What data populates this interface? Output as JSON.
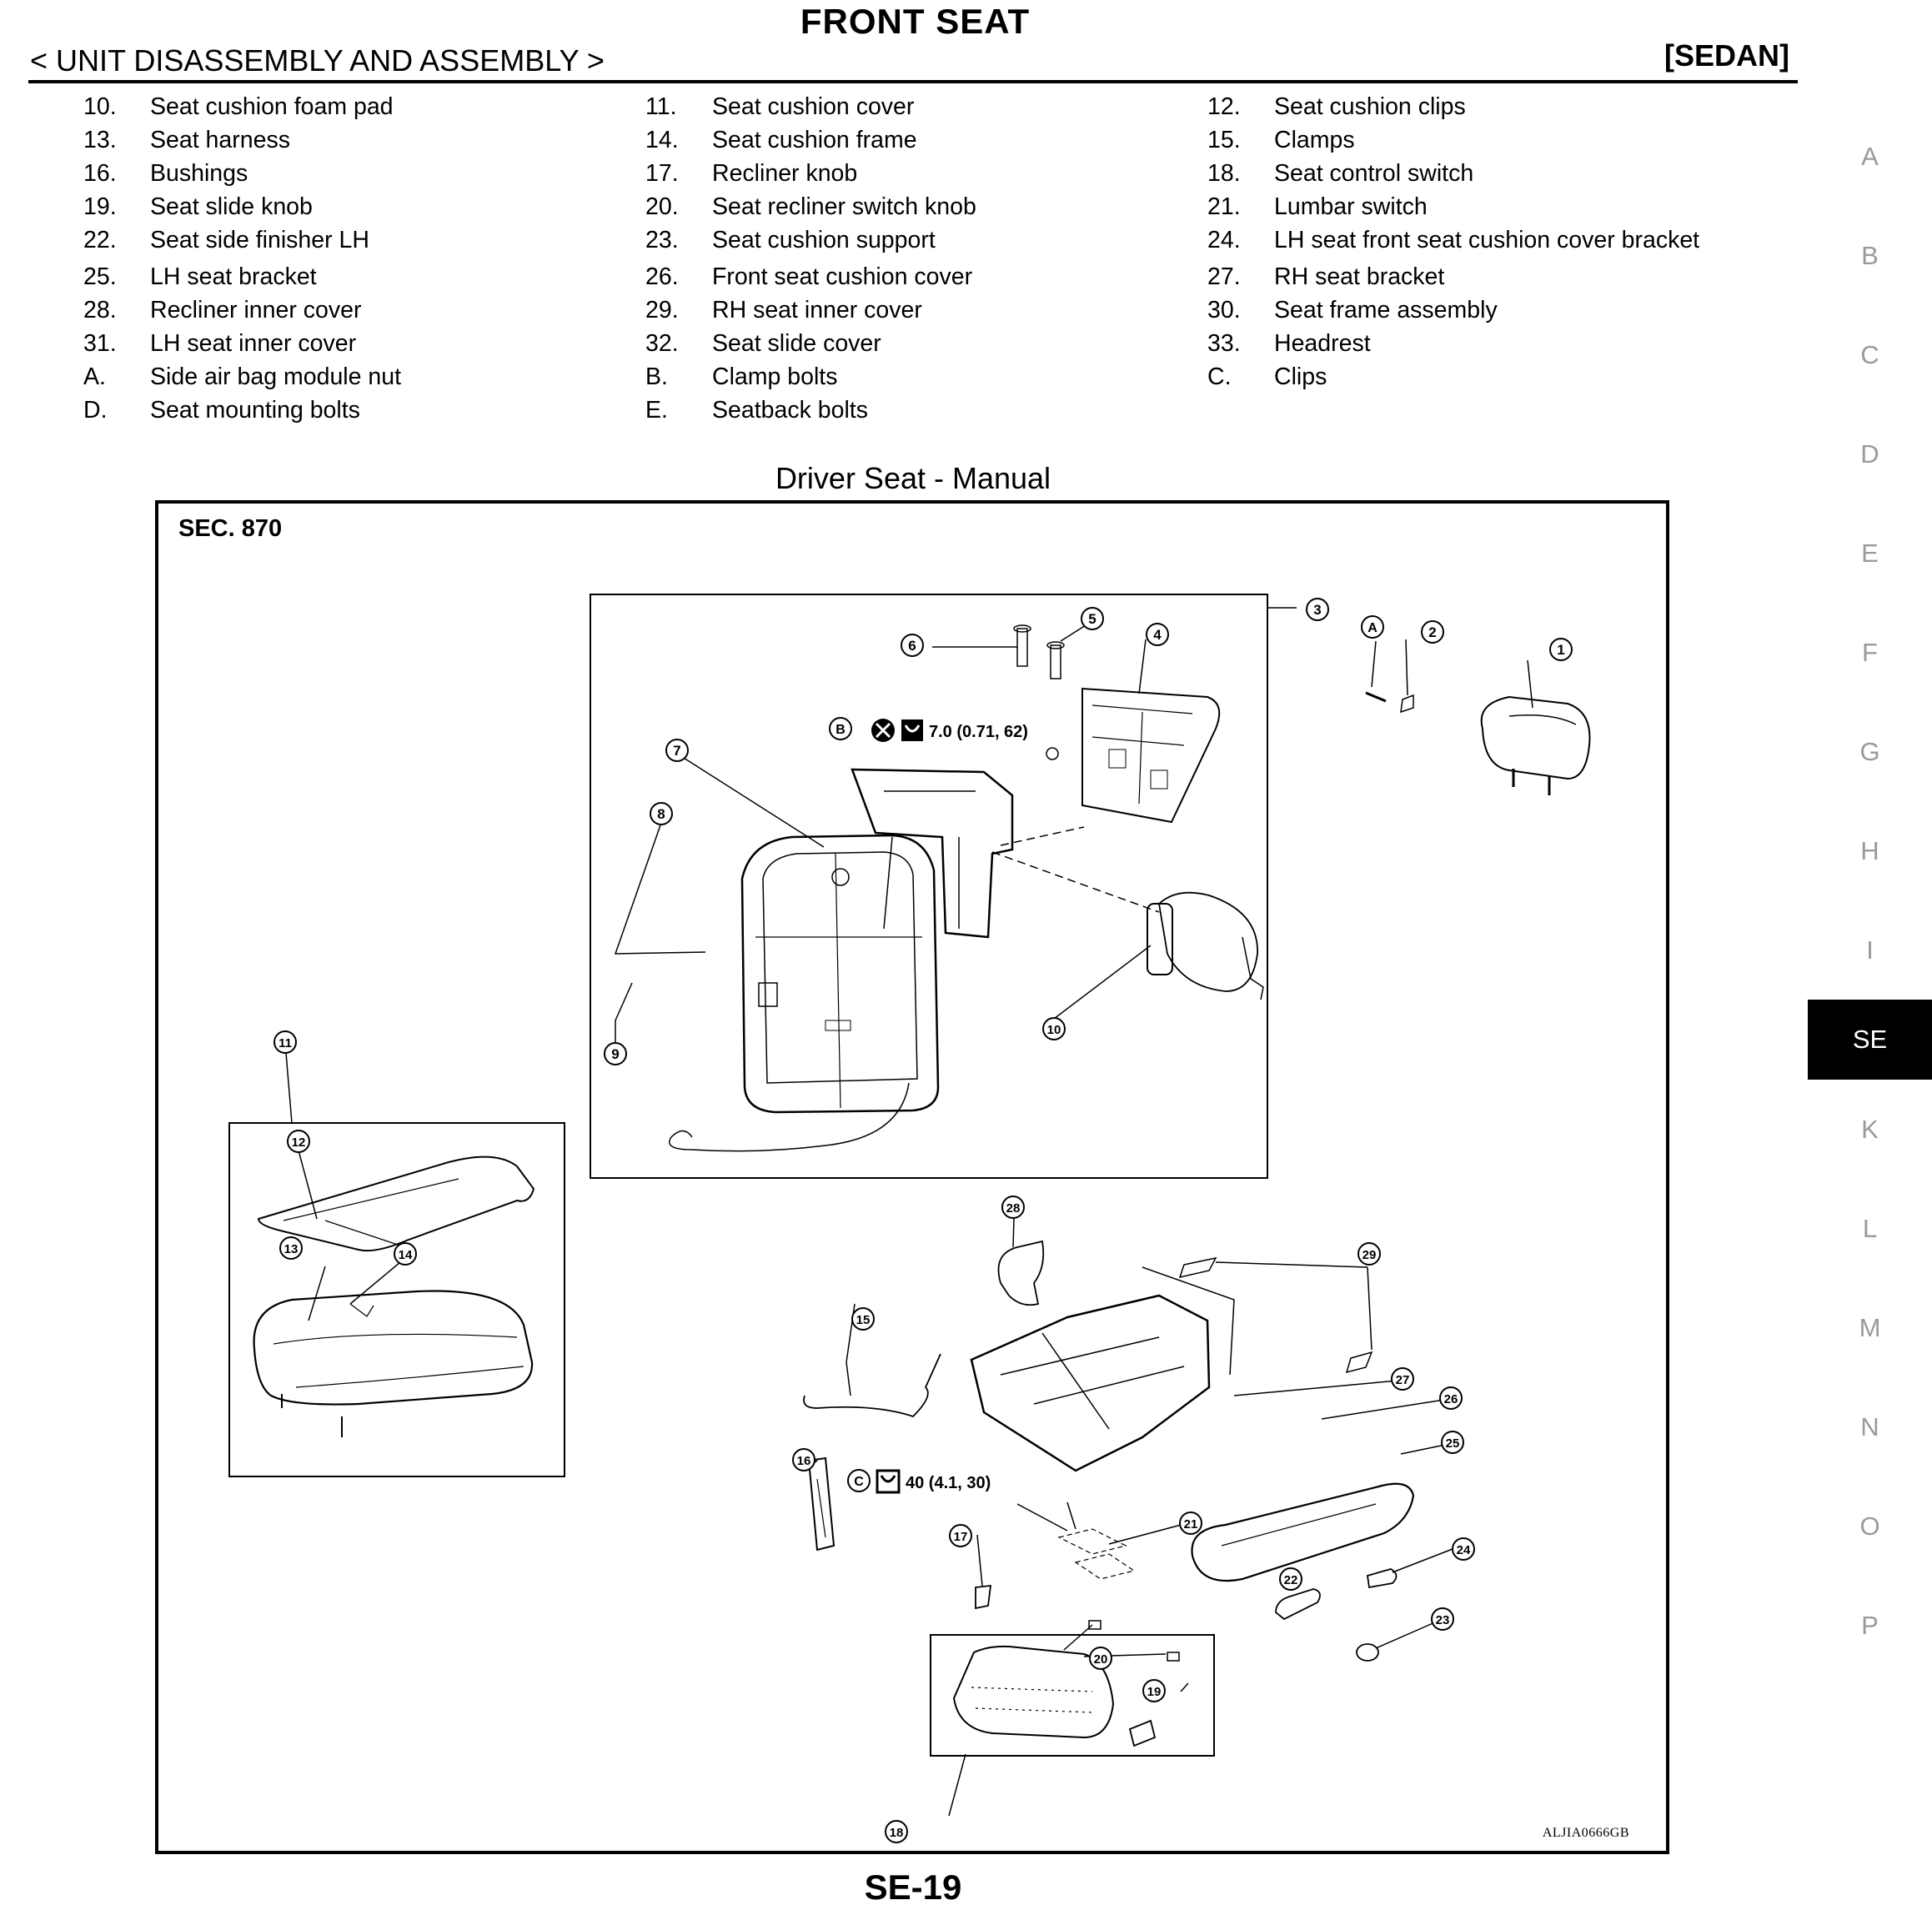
{
  "header": {
    "title": "FRONT SEAT",
    "section": "< UNIT DISASSEMBLY AND ASSEMBLY >",
    "model": "[SEDAN]"
  },
  "legend": [
    {
      "num": "10.",
      "text": "Seat cushion foam pad"
    },
    {
      "num": "11.",
      "text": "Seat cushion cover"
    },
    {
      "num": "12.",
      "text": "Seat cushion clips"
    },
    {
      "num": "13.",
      "text": "Seat harness"
    },
    {
      "num": "14.",
      "text": "Seat cushion frame"
    },
    {
      "num": "15.",
      "text": "Clamps"
    },
    {
      "num": "16.",
      "text": "Bushings"
    },
    {
      "num": "17.",
      "text": "Recliner knob"
    },
    {
      "num": "18.",
      "text": "Seat control switch"
    },
    {
      "num": "19.",
      "text": "Seat slide knob"
    },
    {
      "num": "20.",
      "text": "Seat recliner switch knob"
    },
    {
      "num": "21.",
      "text": "Lumbar switch"
    },
    {
      "num": "22.",
      "text": "Seat side finisher LH"
    },
    {
      "num": "23.",
      "text": "Seat cushion support"
    },
    {
      "num": "24.",
      "text": "LH seat front seat cushion cover bracket"
    },
    {
      "num": "25.",
      "text": "LH seat bracket"
    },
    {
      "num": "26.",
      "text": "Front seat cushion cover"
    },
    {
      "num": "27.",
      "text": "RH seat bracket"
    },
    {
      "num": "28.",
      "text": "Recliner inner cover"
    },
    {
      "num": "29.",
      "text": "RH seat inner cover"
    },
    {
      "num": "30.",
      "text": "Seat frame assembly"
    },
    {
      "num": "31.",
      "text": "LH seat inner cover"
    },
    {
      "num": "32.",
      "text": "Seat slide cover"
    },
    {
      "num": "33.",
      "text": "Headrest"
    },
    {
      "num": "A.",
      "text": "Side air bag module nut"
    },
    {
      "num": "B.",
      "text": "Clamp bolts"
    },
    {
      "num": "C.",
      "text": "Clips"
    },
    {
      "num": "D.",
      "text": "Seat mounting bolts"
    },
    {
      "num": "E.",
      "text": "Seatback bolts"
    },
    {
      "num": "",
      "text": ""
    }
  ],
  "figure": {
    "view_title": "Driver Seat - Manual",
    "section_ref": "SEC. 870",
    "figure_code": "ALJIA0666GB",
    "torque_b": "7.0 (0.71, 62)",
    "torque_c": "40 (4.1, 30)",
    "callouts": [
      "1",
      "2",
      "3",
      "4",
      "5",
      "6",
      "7",
      "8",
      "9",
      "10",
      "11",
      "12",
      "13",
      "14",
      "15",
      "16",
      "17",
      "18",
      "19",
      "20",
      "21",
      "22",
      "23",
      "24",
      "25",
      "26",
      "27",
      "28",
      "29",
      "A",
      "B",
      "C"
    ]
  },
  "footer": {
    "page_number": "SE-19"
  },
  "side_tabs": [
    {
      "label": "A",
      "active": false
    },
    {
      "label": "B",
      "active": false
    },
    {
      "label": "C",
      "active": false
    },
    {
      "label": "D",
      "active": false
    },
    {
      "label": "E",
      "active": false
    },
    {
      "label": "F",
      "active": false
    },
    {
      "label": "G",
      "active": false
    },
    {
      "label": "H",
      "active": false
    },
    {
      "label": "I",
      "active": false
    },
    {
      "label": "SE",
      "active": true
    },
    {
      "label": "K",
      "active": false
    },
    {
      "label": "L",
      "active": false
    },
    {
      "label": "M",
      "active": false
    },
    {
      "label": "N",
      "active": false
    },
    {
      "label": "O",
      "active": false
    },
    {
      "label": "P",
      "active": false
    }
  ]
}
